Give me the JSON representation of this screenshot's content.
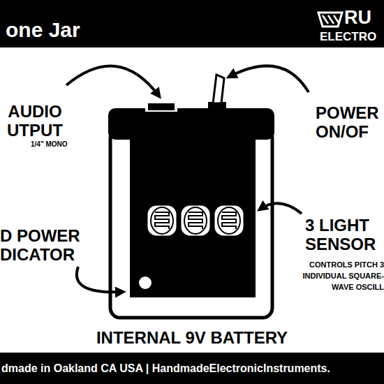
{
  "diagram": {
    "title": "one Jar",
    "caption": "dmade in Oakland CA USA | HandmadeElectronicInstruments.",
    "labels": [
      "RU",
      "ELECTRO",
      "AUDIO UTPUT",
      "1/4\" MONO",
      "POWER ON/OF",
      "D POWER DICATOR",
      "3 LIGHT SENSOR",
      "CONTROLS PITCH 3 INDIVIDUAL SQUARE-WAVE OSCILL",
      "INTERNAL 9V BATTERY"
    ]
  }
}
